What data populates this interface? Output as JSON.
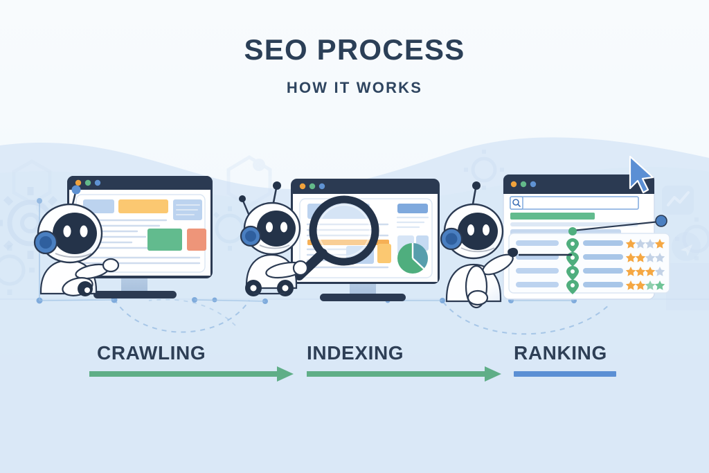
{
  "header": {
    "title": "SEO PROCESS",
    "subtitle": "HOW IT WORKS"
  },
  "colors": {
    "bg_top": "#f7fafd",
    "bg_bottom": "#d6e6f7",
    "wave": "#dbe9f8",
    "title_text": "#2b3f57",
    "label_text": "#2e3f56",
    "arrow_green": "#5fae87",
    "bar_blue": "#5b8fd4",
    "robot_body": "#ffffff",
    "robot_face": "#243349",
    "robot_ear": "#4a7fc1",
    "titlebar": "#2b3a52",
    "dot_orange": "#f0a23c",
    "dot_green": "#63b98a",
    "dot_blue": "#5f92d2",
    "block_blue": "#bcd3ef",
    "block_yellow": "#fbc871",
    "block_green": "#62bb8e",
    "block_salmon": "#ee9579",
    "star_on": "#f5a742",
    "star_off": "#c3d2e6",
    "pin_green": "#4fae7e",
    "cursor": "#5b8fd4",
    "dashed_line": "#9cc0e4"
  },
  "steps": [
    {
      "id": "crawling",
      "label": "CRAWLING",
      "connector": "arrow",
      "connector_color": "#5fae87",
      "robot": {
        "pose": "sitting-pointing",
        "has_wheels": false
      },
      "screen": {
        "type": "monitor",
        "titlebar_dots": [
          "orange",
          "green",
          "blue"
        ],
        "blocks": [
          "blue",
          "yellow",
          "blue",
          "green",
          "salmon"
        ],
        "text_lines": 9
      }
    },
    {
      "id": "indexing",
      "label": "INDEXING",
      "connector": "arrow",
      "connector_color": "#5fae87",
      "robot": {
        "pose": "holding-magnifier",
        "has_wheels": true
      },
      "screen": {
        "type": "monitor",
        "titlebar_dots": [
          "orange",
          "green",
          "blue"
        ],
        "blocks": [
          "blue",
          "orange",
          "blue",
          "blue"
        ],
        "text_lines": 10,
        "chart": "pie-green"
      },
      "prop": "magnifying-glass"
    },
    {
      "id": "ranking",
      "label": "RANKING",
      "connector": "bar",
      "connector_color": "#5b8fd4",
      "robot": {
        "pose": "standing-pointing",
        "has_wheels": false
      },
      "screen": {
        "type": "browser",
        "titlebar_dots": [
          "orange",
          "green",
          "blue"
        ],
        "has_search_bar": true,
        "highlight_bar": "green",
        "results": [
          {
            "stars_on": 1,
            "stars_total": 5,
            "last_star_on": true
          },
          {
            "stars_on": 2,
            "stars_total": 5,
            "last_star_on": false
          },
          {
            "stars_on": 3,
            "stars_total": 5,
            "last_star_on": false
          },
          {
            "stars_on": 3,
            "stars_total": 5,
            "last_star_on": true
          }
        ]
      },
      "prop": "cursor-arrow"
    }
  ],
  "decor": {
    "gears": 5,
    "chart_icon": "chart-icon",
    "send_icon": "send-icon",
    "dashed_arcs": 2,
    "node_dots": 7
  }
}
